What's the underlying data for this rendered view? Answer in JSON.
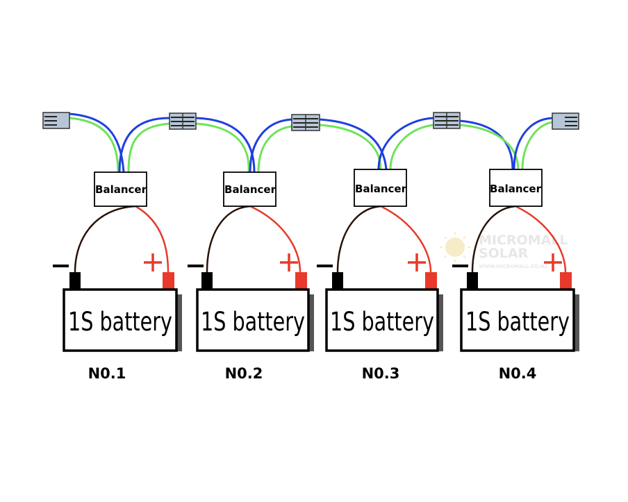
{
  "units": [
    {
      "balancer_label": "Balancer",
      "battery_label": "1S battery",
      "number_label": "N0.1",
      "minus": "−",
      "plus": "+"
    },
    {
      "balancer_label": "Balancer",
      "battery_label": "1S battery",
      "number_label": "N0.2",
      "minus": "−",
      "plus": "+"
    },
    {
      "balancer_label": "Balancer",
      "battery_label": "1S battery",
      "number_label": "N0.3",
      "minus": "−",
      "plus": "+"
    },
    {
      "balancer_label": "Balancer",
      "battery_label": "1S battery",
      "number_label": "N0.4",
      "minus": "−",
      "plus": "+"
    }
  ],
  "watermark": {
    "line1": "MICROMALL",
    "line2": "SOLAR",
    "line3": "WWW.MICROMALL.CO.NZ"
  },
  "colors": {
    "blue_wire": "#1f3fe0",
    "green_wire": "#6ee35a",
    "red_wire": "#e8392b",
    "black_wire": "#2a1208",
    "connector_fill": "#b7c6d6",
    "battery_border": "#000000",
    "battery_shadow": "#555555"
  }
}
